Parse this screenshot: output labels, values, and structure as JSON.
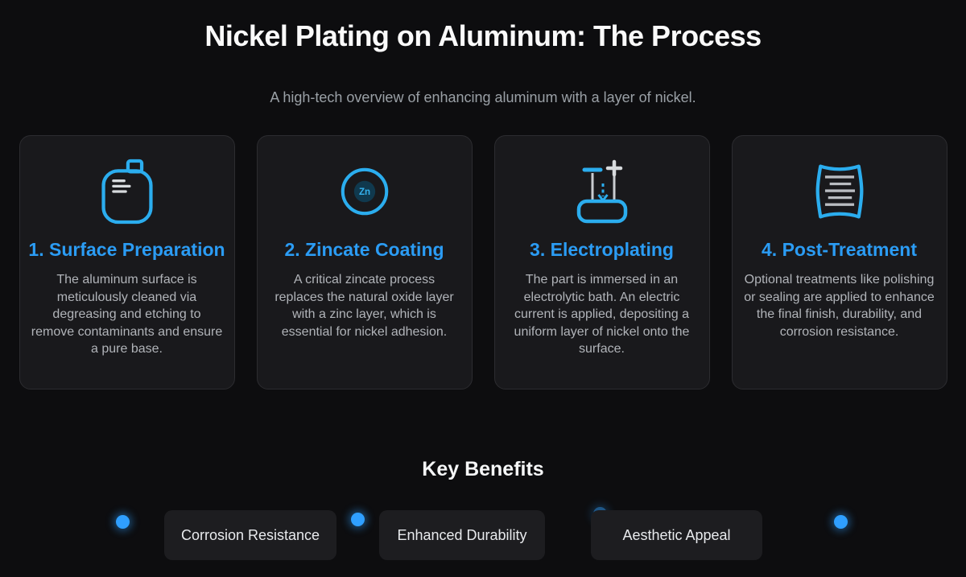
{
  "page": {
    "title": "Nickel Plating on Aluminum: The Process",
    "subtitle": "A high-tech overview of enhancing aluminum with a layer of nickel."
  },
  "steps": [
    {
      "icon": "cleaning-canister-icon",
      "title": "1. Surface Preparation",
      "description": "The aluminum surface is meticulously cleaned via degreasing and etching to remove contaminants and ensure a pure base."
    },
    {
      "icon": "zincate-circle-icon",
      "icon_label": "Zn",
      "title": "2. Zincate Coating",
      "description": "A critical zincate process replaces the natural oxide layer with a zinc layer, which is essential for nickel adhesion."
    },
    {
      "icon": "electroplating-bath-icon",
      "title": "3. Electroplating",
      "description": "The part is immersed in an electrolytic bath. An electric current is applied, depositing a uniform layer of nickel onto the surface."
    },
    {
      "icon": "coated-layers-icon",
      "title": "4. Post-Treatment",
      "description": "Optional treatments like polishing or sealing are applied to enhance the final finish, durability, and corrosion resistance."
    }
  ],
  "benefits": {
    "heading": "Key Benefits",
    "items": [
      "Corrosion Resistance",
      "Enhanced Durability",
      "Aesthetic Appeal"
    ]
  },
  "colors": {
    "background": "#0d0d0f",
    "card_background": "#19191c",
    "card_border": "#2c2c30",
    "chip_background": "#1d1d20",
    "accent_title_blue": "#2b9cf4",
    "icon_stroke_blue": "#2badee",
    "dot_blue": "#2f9fff",
    "body_text_gray": "#b1b4b9",
    "subtitle_gray": "#9aa0a6"
  }
}
